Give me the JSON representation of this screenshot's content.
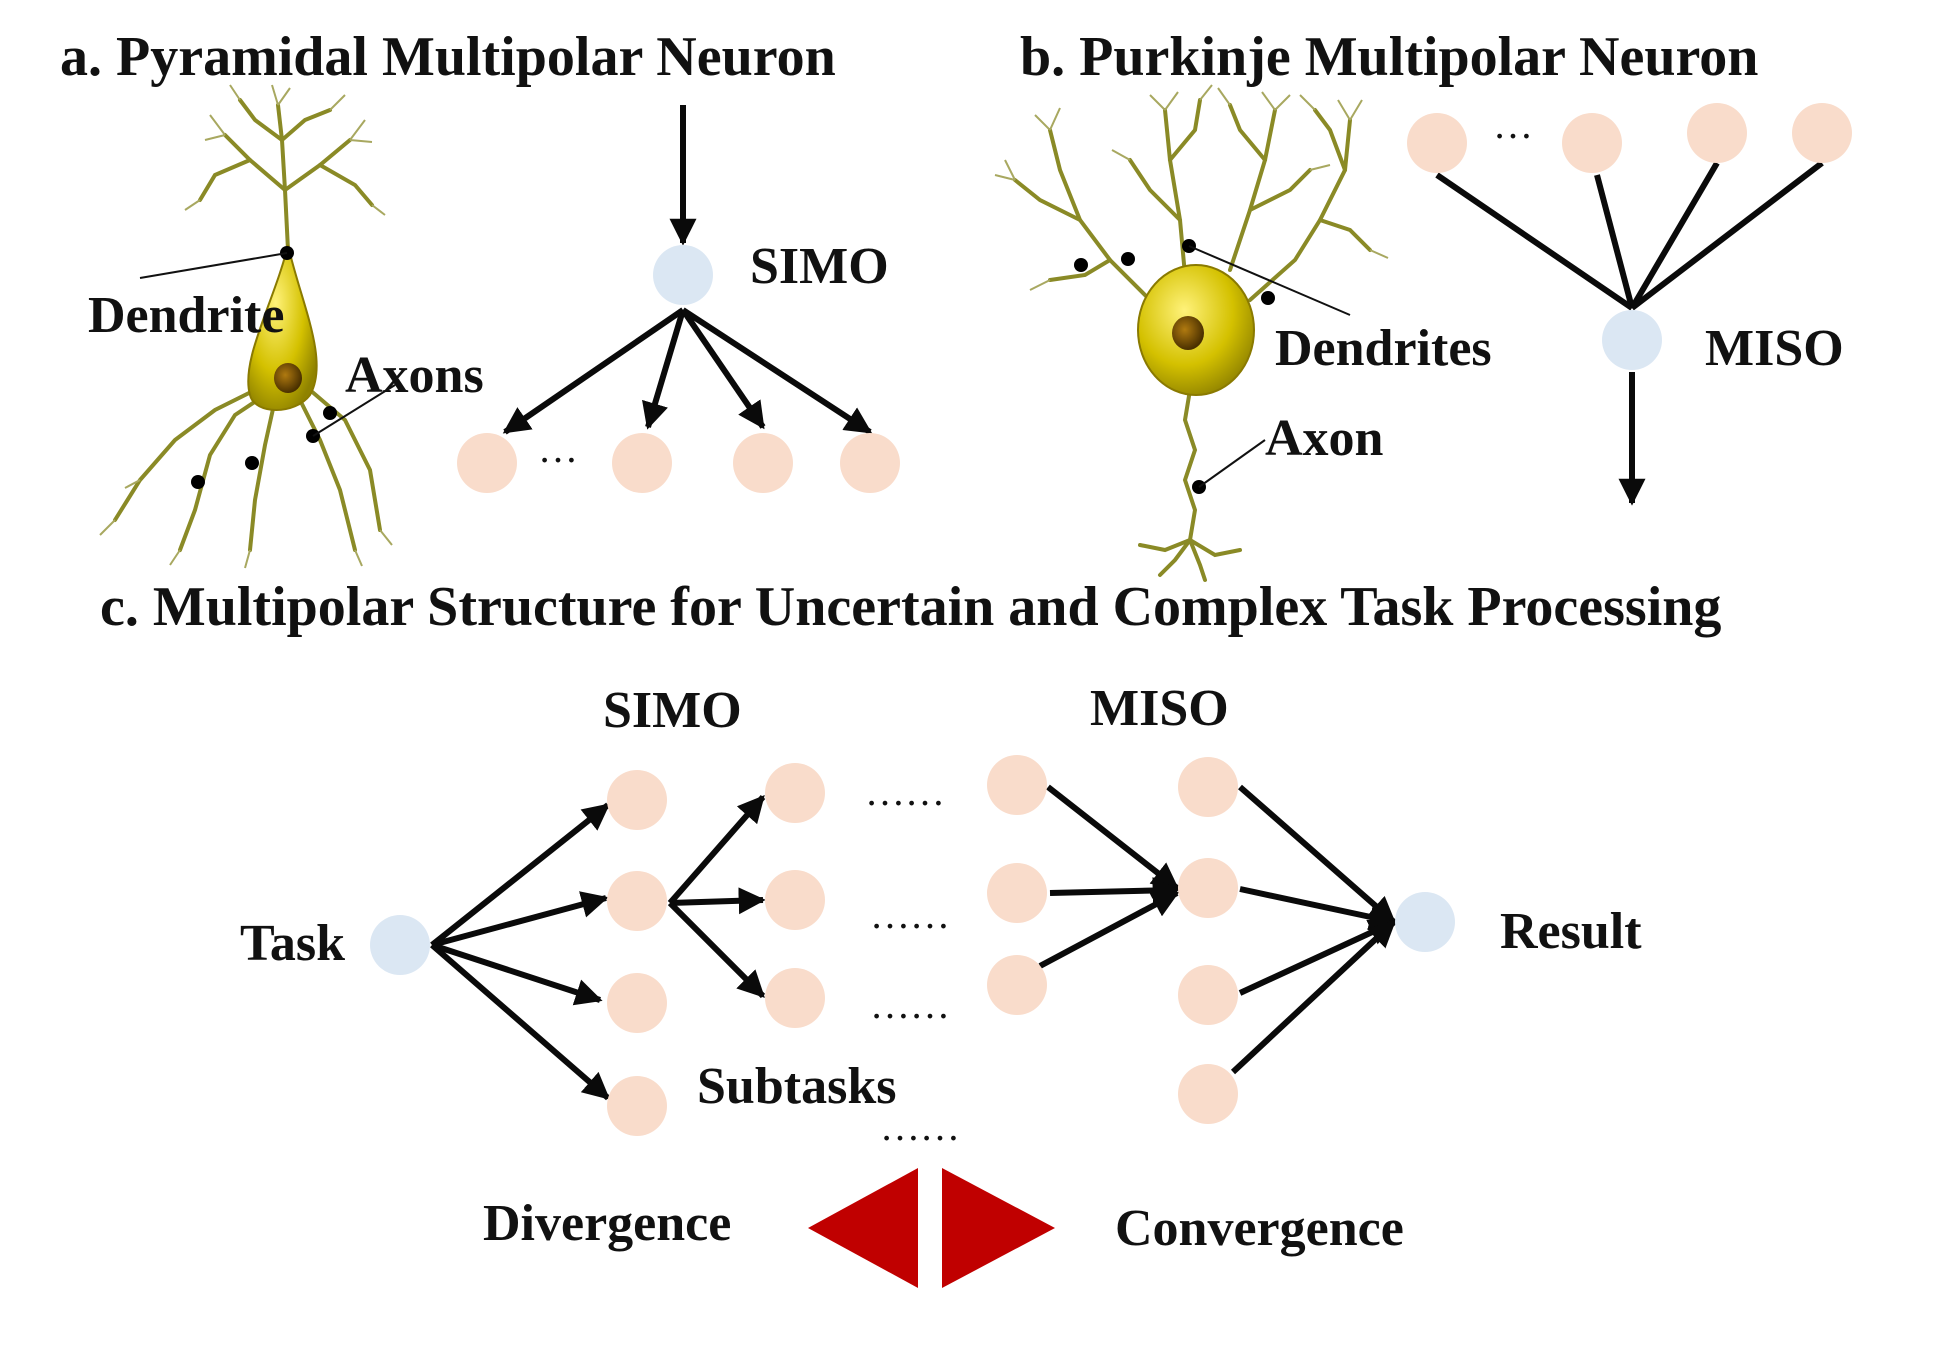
{
  "panel_a": {
    "title": "a. Pyramidal  Multipolar Neuron",
    "dendrite_label": "Dendrite",
    "axons_label": "Axons",
    "simo_label": "SIMO",
    "ellipsis": "…"
  },
  "panel_b": {
    "title": "b. Purkinje  Multipolar Neuron",
    "dendrites_label": "Dendrites",
    "axon_label": "Axon",
    "miso_label": "MISO",
    "ellipsis": "…"
  },
  "panel_c": {
    "title": "c. Multipolar Structure for Uncertain and Complex Task Processing",
    "simo_label": "SIMO",
    "miso_label": "MISO",
    "task_label": "Task",
    "result_label": "Result",
    "subtasks_label": "Subtasks",
    "divergence_label": "Divergence",
    "convergence_label": "Convergence",
    "dots": "……"
  },
  "colors": {
    "hub_node": "#dbe7f3",
    "leaf_node": "#f9dccb",
    "arrow": "#0a0a0a",
    "triangle": "#c00000",
    "neuron_body": "#d4c100",
    "neuron_branch": "#8a8a26"
  }
}
